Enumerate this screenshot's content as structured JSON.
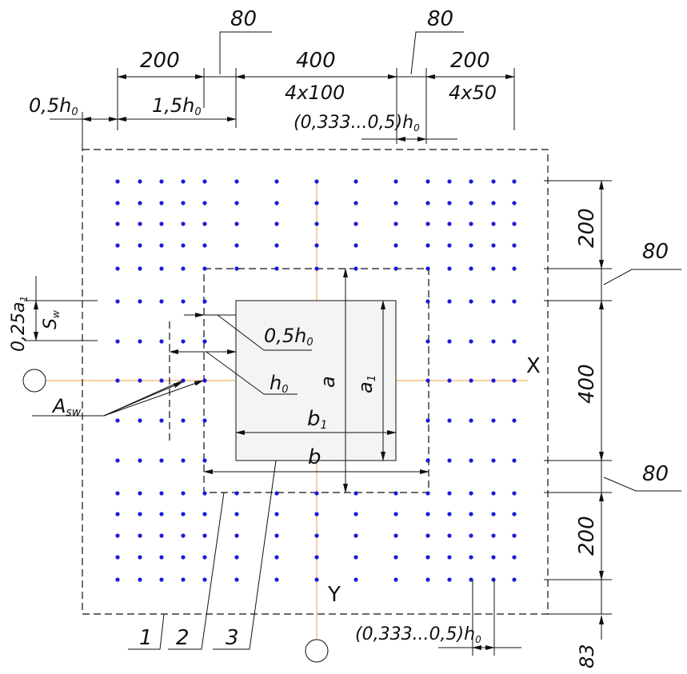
{
  "labels": {
    "dim_80_top_left": "80",
    "dim_80_top_right": "80",
    "dim_200_top_left": "200",
    "dim_400_top": "400",
    "dim_200_top_right": "200",
    "dim_4x100": "4x100",
    "dim_4x50": "4x50",
    "dim_05h0_top": "0,5h",
    "dim_15h0": "1,5h",
    "dim_0333_top": "(0,333...0,5)h",
    "dim_200_right_top": "200",
    "dim_80_right_top": "80",
    "dim_400_right": "400",
    "dim_80_right_bottom": "80",
    "dim_200_right_bottom": "200",
    "dim_83": "83",
    "dim_0333_bottom": "(0,333...0,5)h",
    "dim_025a1": "0,25a",
    "sw": "S",
    "sw_sub": "w",
    "asw": "A",
    "asw_sub": "sw",
    "dim_05h0_mid": "0,5h",
    "h0": "h",
    "zero_sub": "0",
    "one_sub": "1",
    "a": "a",
    "a1": "a",
    "b": "b",
    "b1": "b",
    "axis_x": "X",
    "axis_y": "Y",
    "callout_1": "1",
    "callout_2": "2",
    "callout_3": "3"
  },
  "colors": {
    "dots": "#1a1adc",
    "axis": "#f0a040",
    "column_fill": "#f4f4f4"
  }
}
